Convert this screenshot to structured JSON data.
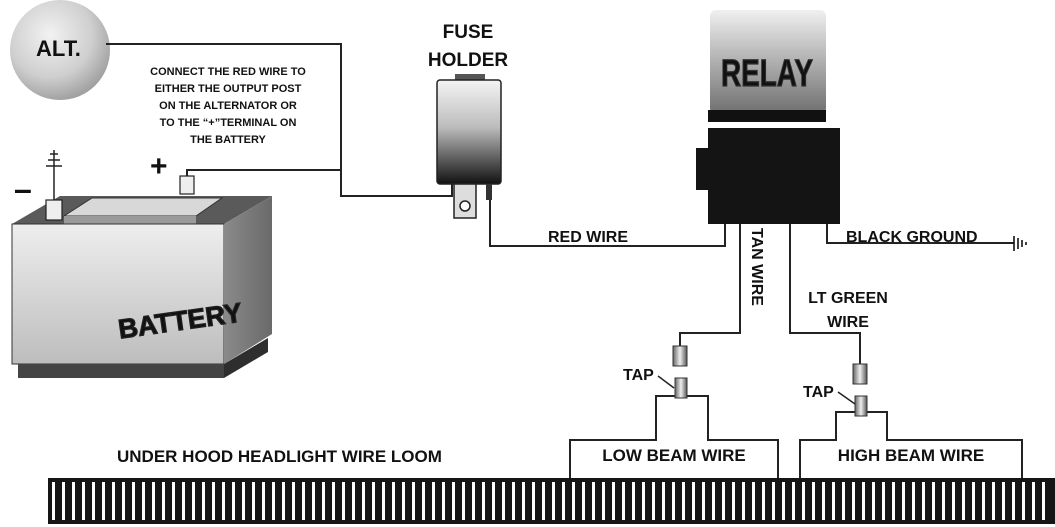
{
  "labels": {
    "alt": "ALT.",
    "note": [
      "CONNECT THE RED WIRE TO",
      "EITHER THE OUTPUT POST",
      "ON THE ALTERNATOR OR",
      "TO THE “+”TERMINAL ON",
      "THE BATTERY"
    ],
    "fuse_line1": "FUSE",
    "fuse_line2": "HOLDER",
    "relay": "RELAY",
    "battery": "BATTERY",
    "plus": "+",
    "minus": "–",
    "red_wire": "RED WIRE",
    "tan_wire": "TAN WIRE",
    "black_ground": "BLACK GROUND",
    "lt_green_line1": "LT GREEN",
    "lt_green_line2": "WIRE",
    "tap_left": "TAP",
    "tap_right": "TAP",
    "loom": "UNDER HOOD HEADLIGHT WIRE LOOM",
    "low_beam": "LOW BEAM WIRE",
    "high_beam": "HIGH BEAM WIRE"
  },
  "icons": [
    "alternator-icon",
    "battery-icon",
    "fuse-holder-icon",
    "relay-icon",
    "ground-icon",
    "tap-connector-icon",
    "wire-loom-icon"
  ],
  "colors": {
    "ink": "#111111",
    "loom": "#151515"
  }
}
